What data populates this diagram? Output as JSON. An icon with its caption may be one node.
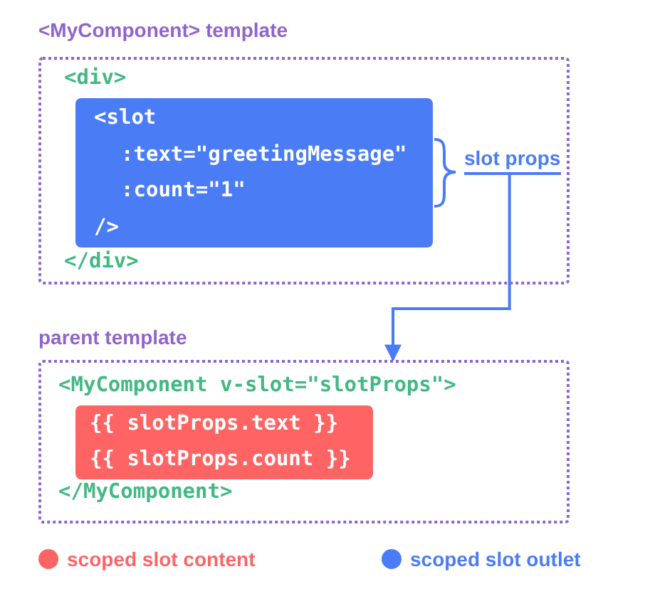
{
  "diagram": {
    "nodes": [
      {
        "text": [
          "<MyComponent> template",
          "<div>",
          "</div>"
        ]
      },
      {
        "text": [
          "<slot",
          ":text=\"greetingMessage\"",
          ":count=\"1\"",
          "/>"
        ],
        "in": 0
      },
      {
        "text": [
          "slot props"
        ],
        "in": 0
      },
      {
        "text": [
          "parent template",
          "<MyComponent v-slot=\"slotProps\">",
          "</MyComponent>"
        ]
      },
      {
        "text": [
          "{{ slotProps.text }}",
          "{{ slotProps.count }}"
        ],
        "in": 3
      }
    ],
    "edges": [
      {
        "from": 2,
        "to": 3,
        "arrow": "to",
        "color": "#4a7cf5"
      }
    ],
    "legend": [
      {
        "text": "scoped slot content",
        "color": "#ff6464"
      },
      {
        "text": "scoped slot outlet",
        "color": "#4a7cf5"
      }
    ]
  }
}
